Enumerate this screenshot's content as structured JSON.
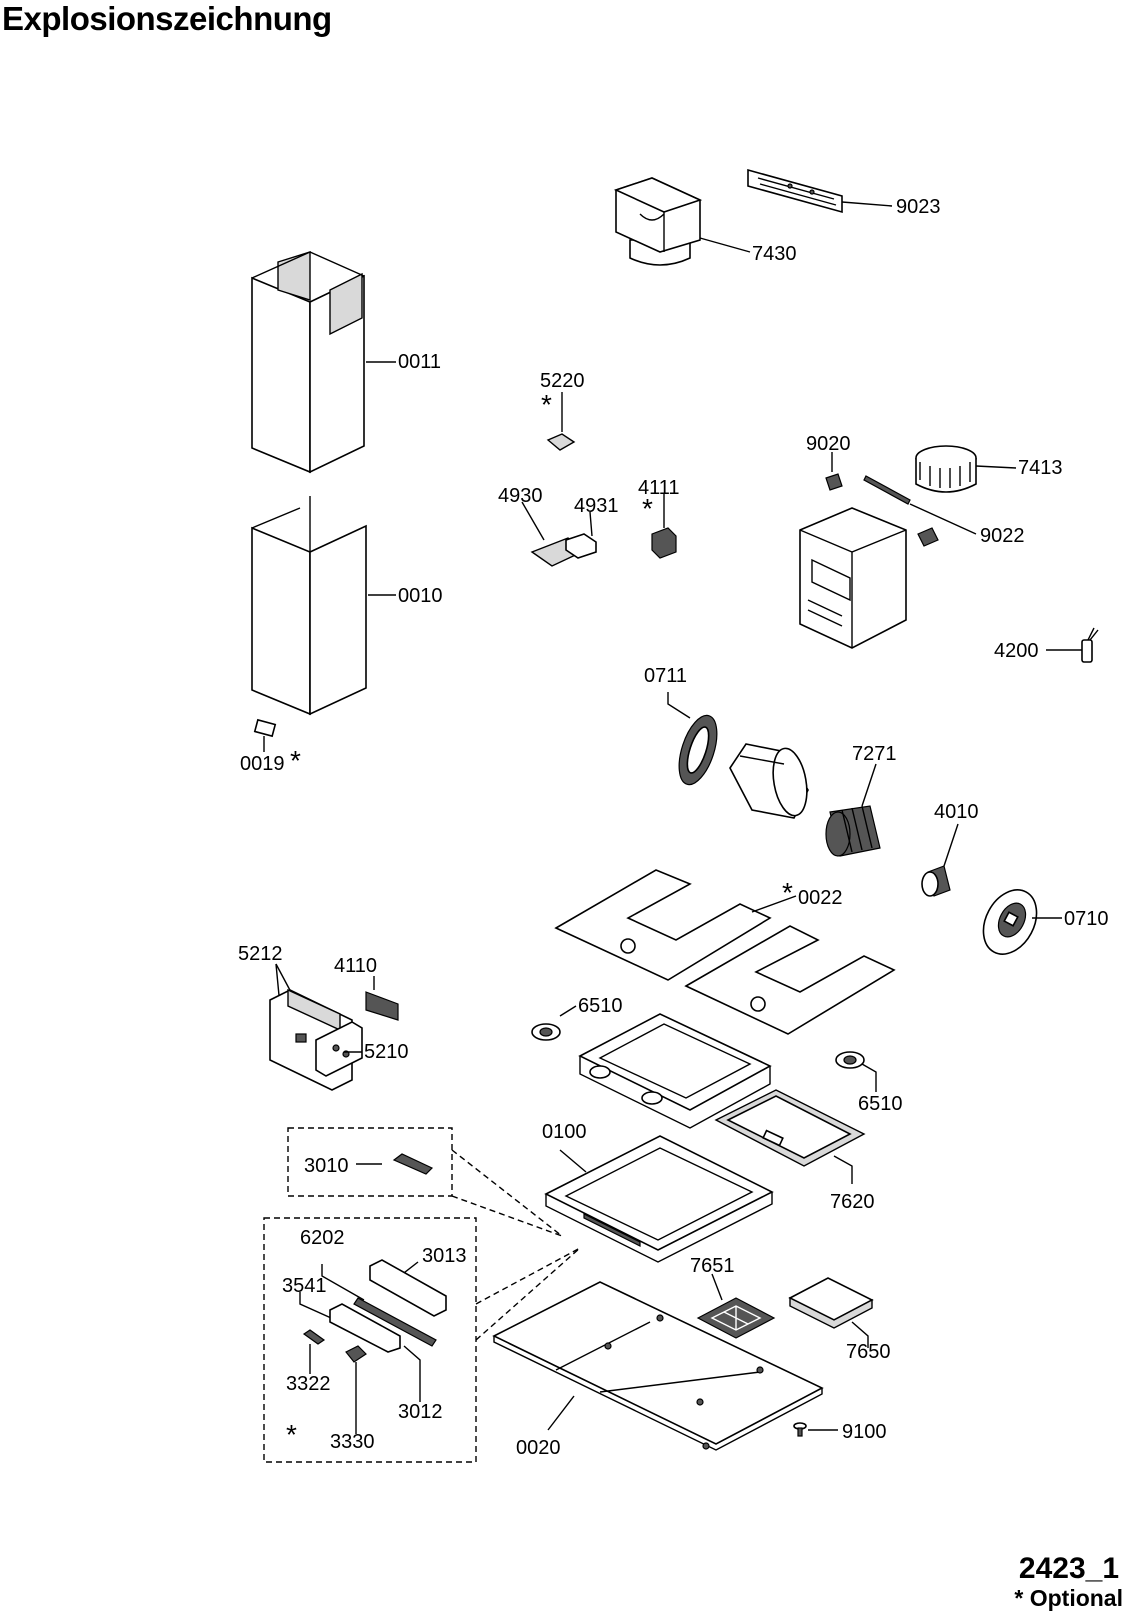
{
  "title": "Explosionszeichnung",
  "drawing_code": "2423_1",
  "footnote": "* Optional",
  "optional_marker": "*",
  "parts": {
    "p9023": "9023",
    "p7430": "7430",
    "p0011": "0011",
    "p5220": "5220",
    "p9020": "9020",
    "p7413": "7413",
    "p4930": "4930",
    "p4931": "4931",
    "p4111": "4111",
    "p9022": "9022",
    "p0010": "0010",
    "p4200": "4200",
    "p0711": "0711",
    "p7271": "7271",
    "p0019": "0019",
    "p4010": "4010",
    "p0022": "0022",
    "p0710": "0710",
    "p5212": "5212",
    "p4110": "4110",
    "p6510a": "6510",
    "p5210": "5210",
    "p6510b": "6510",
    "p0100": "0100",
    "p3010": "3010",
    "p7620": "7620",
    "p6202": "6202",
    "p3013": "3013",
    "p7651": "7651",
    "p3541": "3541",
    "p7650": "7650",
    "p3322": "3322",
    "p3012": "3012",
    "p9100": "9100",
    "p0020": "0020",
    "p3330": "3330"
  }
}
